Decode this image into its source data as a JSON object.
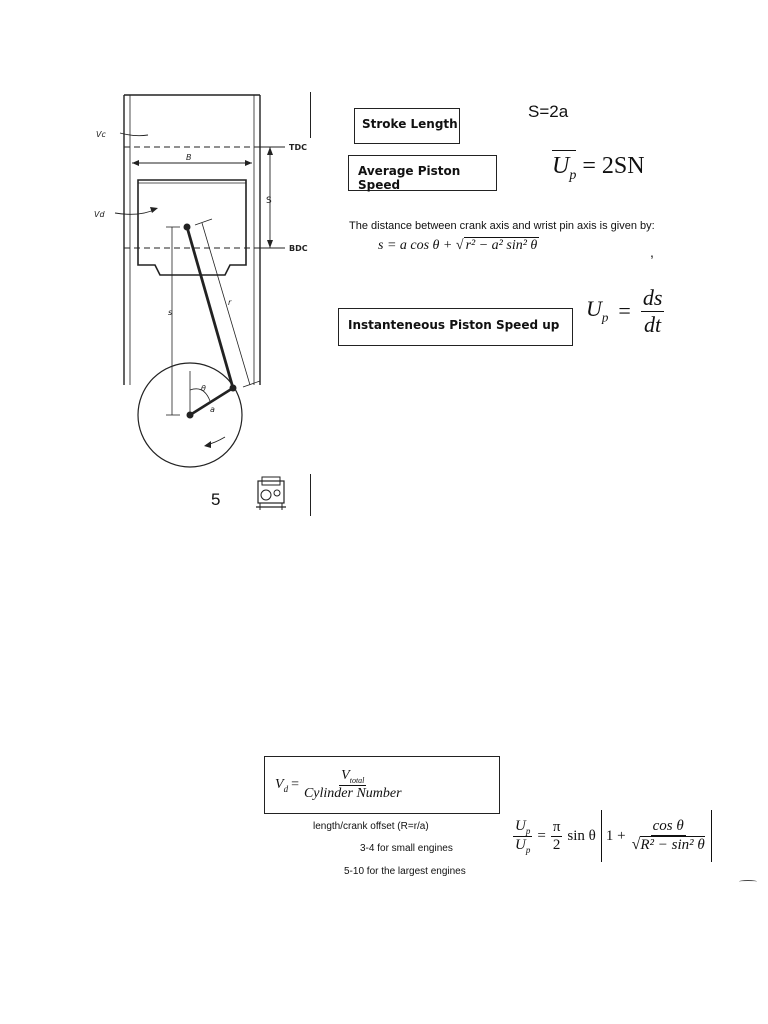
{
  "diagram": {
    "labels": {
      "vc": "Vc",
      "vd": "Vd",
      "bore": "B",
      "tdc": "TDC",
      "bdc": "BDC",
      "stroke": "S",
      "conrod": "r",
      "position": "s",
      "theta": "θ",
      "crank": "a"
    },
    "page_number": "5"
  },
  "stroke": {
    "label": "Stroke Length",
    "formula_lhs": "S",
    "formula_rhs": "=2a"
  },
  "avg_speed": {
    "label": "Average Piston Speed",
    "lhs_main": "U",
    "lhs_sub": "p",
    "rhs": "= 2SN"
  },
  "distance": {
    "sentence": "The distance between crank axis and wrist pin axis is given by:",
    "formula_start": "s = a cos θ + ",
    "formula_root": "r² − a² sin² θ",
    "trailing_comma": ","
  },
  "inst_speed": {
    "label": "Instanteneous Piston Speed up",
    "lhs_main": "U",
    "lhs_sub": "p",
    "equals": "=",
    "num": "ds",
    "den": "dt"
  },
  "volume": {
    "lhs_main": "V",
    "lhs_sub": "d",
    "equals": "=",
    "num_main": "V",
    "num_sub": "total",
    "den": "Cylinder Number"
  },
  "notes": {
    "ratio_line": "length/crank offset (R=r/a)",
    "small": "3-4 for small engines",
    "large": "5-10 for the largest engines"
  },
  "ratio": {
    "num_main": "U",
    "num_sub": "p",
    "den_main": "U",
    "den_sub": "p",
    "equals": "=",
    "pi": "π",
    "two": "2",
    "sin_theta": "sin θ",
    "one_plus": "1 +",
    "cos_theta": "cos θ",
    "root_body": "R² − sin² θ"
  }
}
